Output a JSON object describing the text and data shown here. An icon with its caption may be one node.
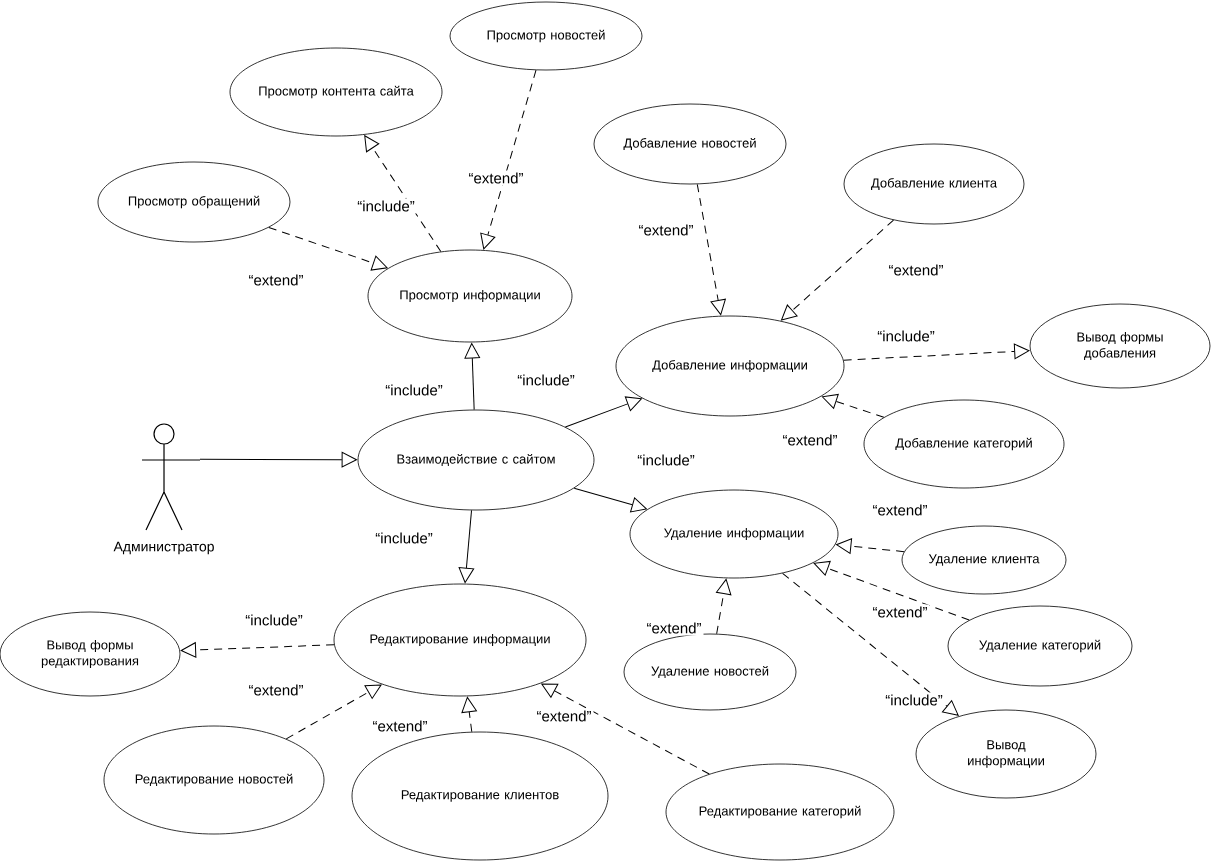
{
  "diagram": {
    "nodes": [
      {
        "text": [
          "Администратор"
        ]
      },
      {
        "text": [
          "Просмотр новостей"
        ]
      },
      {
        "text": [
          "Просмотр контента сайта"
        ]
      },
      {
        "text": [
          "Просмотр обращений"
        ]
      },
      {
        "text": [
          "Просмотр информации"
        ]
      },
      {
        "text": [
          "Добавление новостей"
        ]
      },
      {
        "text": [
          "Добавление клиента"
        ]
      },
      {
        "text": [
          "Добавление информации"
        ]
      },
      {
        "text": [
          "Вывод формы добавления"
        ]
      },
      {
        "text": [
          "Добавление категорий"
        ]
      },
      {
        "text": [
          "Взаимодействие с сайтом"
        ]
      },
      {
        "text": [
          "Удаление информации"
        ]
      },
      {
        "text": [
          "Удаление клиента"
        ]
      },
      {
        "text": [
          "Удаление категорий"
        ]
      },
      {
        "text": [
          "Удаление новостей"
        ]
      },
      {
        "text": [
          "Вывод информации"
        ]
      },
      {
        "text": [
          "Редактирование информации"
        ]
      },
      {
        "text": [
          "Вывод формы редактирования"
        ]
      },
      {
        "text": [
          "Редактирование новостей"
        ]
      },
      {
        "text": [
          "Редактирование клиентов"
        ]
      },
      {
        "text": [
          "Редактирование категорий"
        ]
      }
    ],
    "edges": [
      {
        "from": 0,
        "to": 10,
        "arrow": "to"
      },
      {
        "from": 10,
        "to": 4,
        "arrow": "to",
        "label": "“include”"
      },
      {
        "from": 10,
        "to": 7,
        "arrow": "to",
        "label": "“include”"
      },
      {
        "from": 10,
        "to": 11,
        "arrow": "to",
        "label": "“include”"
      },
      {
        "from": 10,
        "to": 16,
        "arrow": "to",
        "label": "“include”"
      },
      {
        "from": 3,
        "to": 4,
        "arrow": "to",
        "label": "“extend”",
        "style": "dashed"
      },
      {
        "from": 4,
        "to": 2,
        "arrow": "to",
        "label": "“include”",
        "style": "dashed"
      },
      {
        "from": 1,
        "to": 4,
        "arrow": "to",
        "label": "“extend”",
        "style": "dashed"
      },
      {
        "from": 5,
        "to": 7,
        "arrow": "to",
        "label": "“extend”",
        "style": "dashed"
      },
      {
        "from": 6,
        "to": 7,
        "arrow": "to",
        "label": "“extend”",
        "style": "dashed"
      },
      {
        "from": 7,
        "to": 8,
        "arrow": "to",
        "label": "“include”",
        "style": "dashed"
      },
      {
        "from": 9,
        "to": 7,
        "arrow": "to",
        "label": "“extend”",
        "style": "dashed"
      },
      {
        "from": 12,
        "to": 11,
        "arrow": "to",
        "label": "“extend”",
        "style": "dashed"
      },
      {
        "from": 13,
        "to": 11,
        "arrow": "to",
        "label": "“extend”",
        "style": "dashed"
      },
      {
        "from": 14,
        "to": 11,
        "arrow": "to",
        "label": "“extend”",
        "style": "dashed"
      },
      {
        "from": 11,
        "to": 15,
        "arrow": "to",
        "label": "“include”",
        "style": "dashed"
      },
      {
        "from": 16,
        "to": 17,
        "arrow": "to",
        "label": "“include”",
        "style": "dashed"
      },
      {
        "from": 18,
        "to": 16,
        "arrow": "to",
        "label": "“extend”",
        "style": "dashed"
      },
      {
        "from": 19,
        "to": 16,
        "arrow": "to",
        "label": "“extend”",
        "style": "dashed"
      },
      {
        "from": 20,
        "to": 16,
        "arrow": "to",
        "label": "“extend”",
        "style": "dashed"
      }
    ]
  }
}
